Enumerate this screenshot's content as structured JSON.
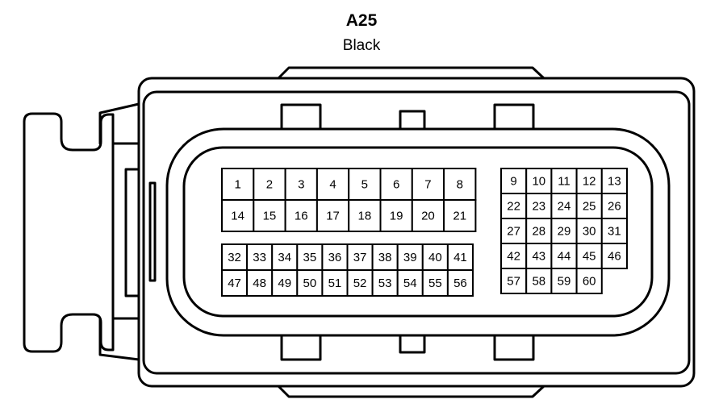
{
  "title": "A25",
  "subtitle": "Black",
  "colors": {
    "stroke": "#000000",
    "fill": "#ffffff"
  },
  "blocks": [
    {
      "name": "pin-block-left-top",
      "rows": [
        [
          "1",
          "2",
          "3",
          "4",
          "5",
          "6",
          "7",
          "8"
        ],
        [
          "14",
          "15",
          "16",
          "17",
          "18",
          "19",
          "20",
          "21"
        ]
      ]
    },
    {
      "name": "pin-block-left-bottom",
      "rows": [
        [
          "32",
          "33",
          "34",
          "35",
          "36",
          "37",
          "38",
          "39",
          "40",
          "41"
        ],
        [
          "47",
          "48",
          "49",
          "50",
          "51",
          "52",
          "53",
          "54",
          "55",
          "56"
        ]
      ]
    },
    {
      "name": "pin-block-right",
      "rows": [
        [
          "9",
          "10",
          "11",
          "12",
          "13"
        ],
        [
          "22",
          "23",
          "24",
          "25",
          "26"
        ],
        [
          "27",
          "28",
          "29",
          "30",
          "31"
        ],
        [
          "42",
          "43",
          "44",
          "45",
          "46"
        ],
        [
          "57",
          "58",
          "59",
          "60"
        ]
      ]
    }
  ]
}
